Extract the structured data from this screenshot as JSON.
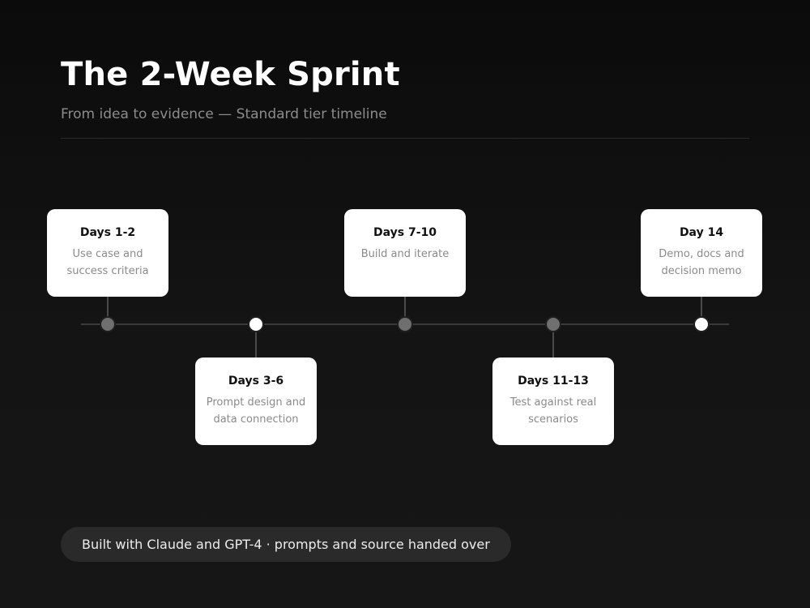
{
  "header": {
    "title": "The 2-Week Sprint",
    "subtitle": "From idea to evidence — Standard tier timeline"
  },
  "timeline": {
    "milestones": [
      {
        "label": "Days 1-2",
        "desc": "Use case and success criteria",
        "position": "above",
        "node": "gray"
      },
      {
        "label": "Days 3-6",
        "desc": "Prompt design and data connection",
        "position": "below",
        "node": "white"
      },
      {
        "label": "Days 7-10",
        "desc": "Build and iterate",
        "position": "above",
        "node": "gray"
      },
      {
        "label": "Days 11-13",
        "desc": "Test against real scenarios",
        "position": "below",
        "node": "gray"
      },
      {
        "label": "Day 14",
        "desc": "Demo, docs and decision memo",
        "position": "above",
        "node": "white"
      }
    ],
    "colors": {
      "node_gray": "#6f6f6f",
      "node_white": "#ffffff",
      "axis": "#3a3a3a"
    }
  },
  "footer": {
    "note": "Built with Claude and GPT-4 · prompts and source handed over"
  }
}
